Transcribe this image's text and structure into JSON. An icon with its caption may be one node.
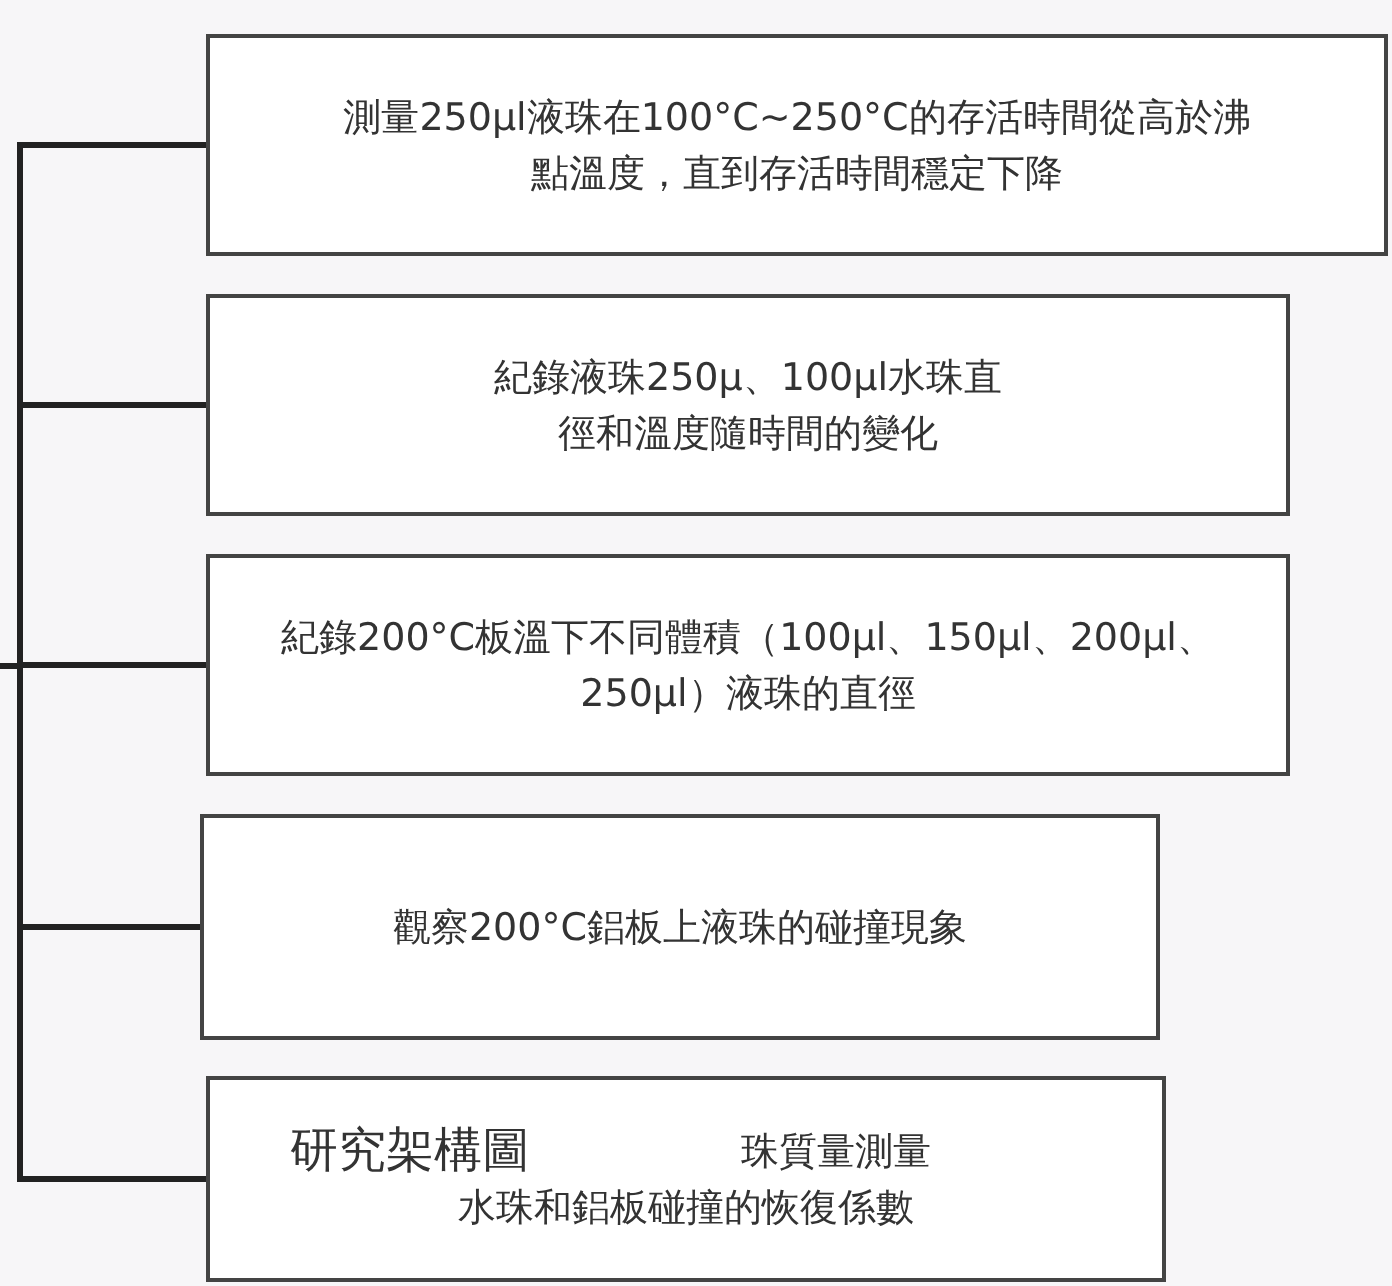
{
  "diagram": {
    "nodes": [
      {
        "text": [
          "測量250μl液珠在100°C~250°C的存活時間從高於沸點溫度，直到存活時間穩定下降"
        ]
      },
      {
        "text": [
          "紀錄液珠250μ、100μl水珠直徑和溫度隨時間的變化"
        ]
      },
      {
        "text": [
          "紀錄200°C板溫下不同體積（100μl、150μl、200μl、250μl）液珠的直徑"
        ]
      },
      {
        "text": [
          "觀察200°C鋁板上液珠的碰撞現象"
        ]
      },
      {
        "text": [
          "珠質量測量",
          "水珠和鋁板碰撞的恢復係數"
        ]
      }
    ],
    "edges": [
      {
        "from": null,
        "to": 0,
        "arrow": "none"
      },
      {
        "from": null,
        "to": 1,
        "arrow": "none"
      },
      {
        "from": null,
        "to": 2,
        "arrow": "none"
      },
      {
        "from": null,
        "to": 3,
        "arrow": "none"
      },
      {
        "from": null,
        "to": 4,
        "arrow": "none"
      }
    ],
    "labels": [
      "研究架構圖"
    ]
  }
}
